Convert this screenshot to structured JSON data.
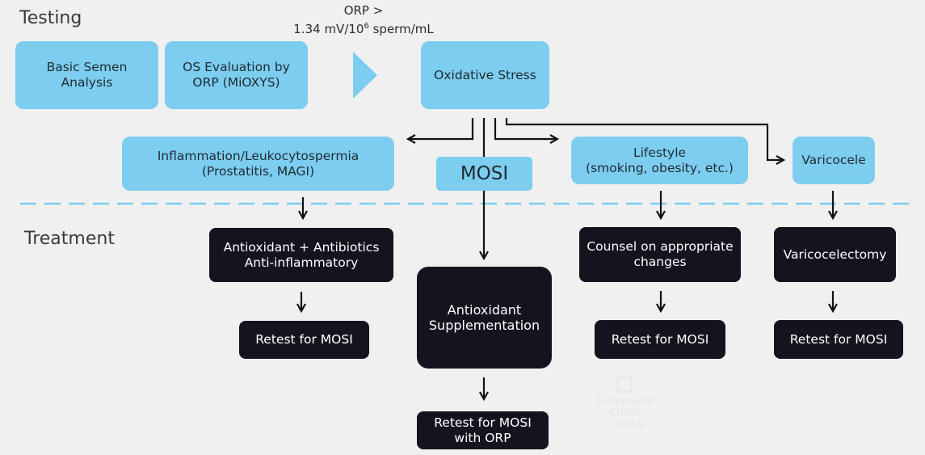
{
  "sections": {
    "testing": "Testing",
    "treatment": "Treatment"
  },
  "threshold": {
    "line1": "ORP >",
    "line2_prefix": "1.34 mV/10",
    "line2_sup": "6",
    "line2_suffix": " sperm/mL"
  },
  "testing_boxes": {
    "semen_analysis": "Basic Semen Analysis",
    "os_evaluation": "OS Evaluation by ORP (MiOXYS)",
    "oxidative_stress": "Oxidative Stress"
  },
  "causes": {
    "inflammation_line1": "Inflammation/Leukocytospermia",
    "inflammation_line2": "(Prostatitis, MAGI)",
    "mosi": "MOSI",
    "lifestyle_line1": "Lifestyle",
    "lifestyle_line2": "(smoking, obesity, etc.)",
    "varicocele": "Varicocele"
  },
  "treatments": {
    "antibiotics_line1": "Antioxidant + Antibiotics",
    "antibiotics_line2": "Anti-inflammatory",
    "supplementation": "Antioxidant Supplementation",
    "counsel": "Counsel on appropriate changes",
    "varicocelectomy": "Varicocelectomy"
  },
  "retests": {
    "inflammation": "Retest for MOSI",
    "mosi_line1": "Retest for MOSI",
    "mosi_line2": "with ORP",
    "lifestyle": "Retest for MOSI",
    "varicocele": "Retest for MOSI"
  },
  "watermark": {
    "line1": "Cleveland",
    "line2": "Clinic",
    "line3": "©2019"
  },
  "colors": {
    "cause_box": "#7ccdf0",
    "treatment_box": "#14141e",
    "divider": "#7ccdf0"
  }
}
